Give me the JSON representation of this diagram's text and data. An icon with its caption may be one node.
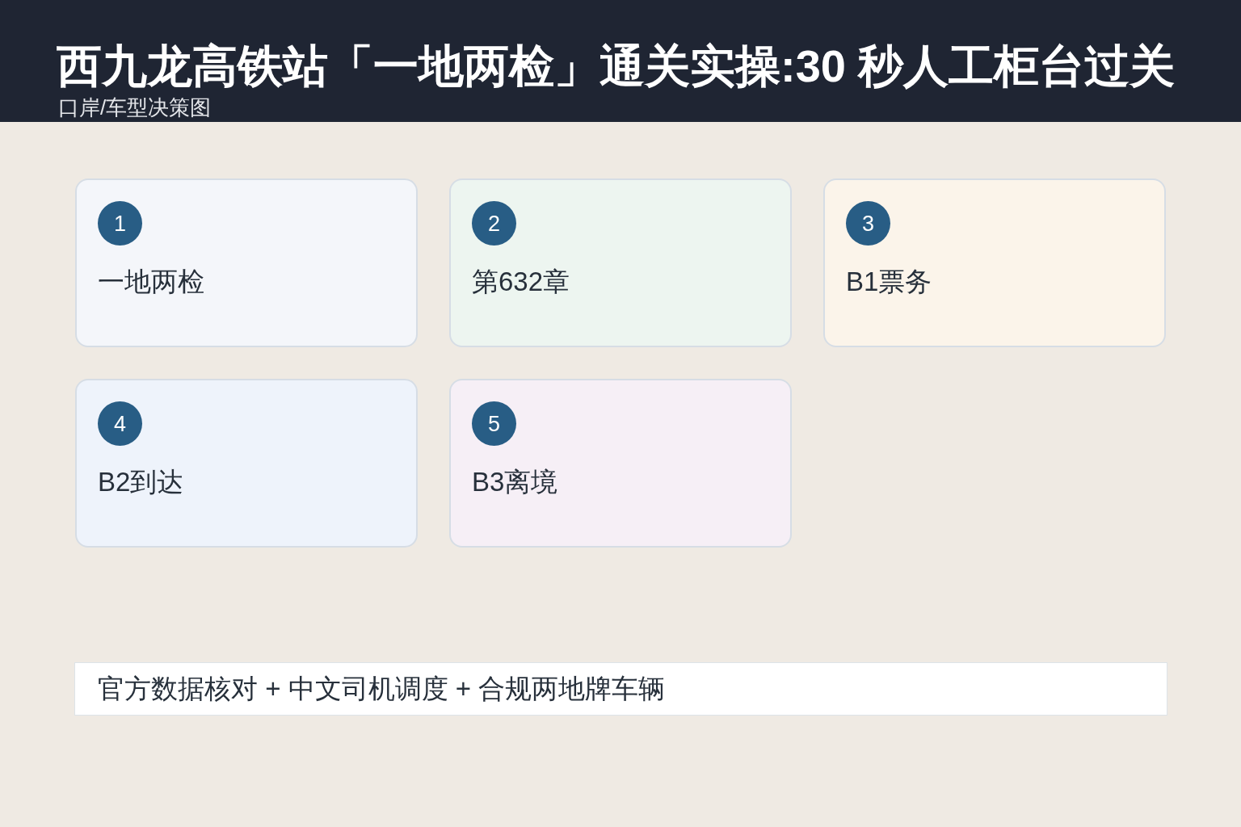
{
  "diagram": {
    "title": "西九龙高铁站「一地两检」通关实操:30 秒人工柜台过关",
    "nodes": [
      {
        "text": [
          "一地两检"
        ]
      },
      {
        "text": [
          "1"
        ],
        "in": 0
      },
      {
        "text": [
          "第632章"
        ]
      },
      {
        "text": [
          "2"
        ],
        "in": 2
      },
      {
        "text": [
          "B1票务"
        ]
      },
      {
        "text": [
          "3"
        ],
        "in": 4
      },
      {
        "text": [
          "B2到达"
        ]
      },
      {
        "text": [
          "4"
        ],
        "in": 6
      },
      {
        "text": [
          "B3离境"
        ]
      },
      {
        "text": [
          "5"
        ],
        "in": 8
      },
      {
        "text": [
          "官方数据核对 + 中文司机调度 + 合规两地牌车辆"
        ]
      }
    ],
    "labels": [
      "口岸/车型决策图"
    ]
  }
}
